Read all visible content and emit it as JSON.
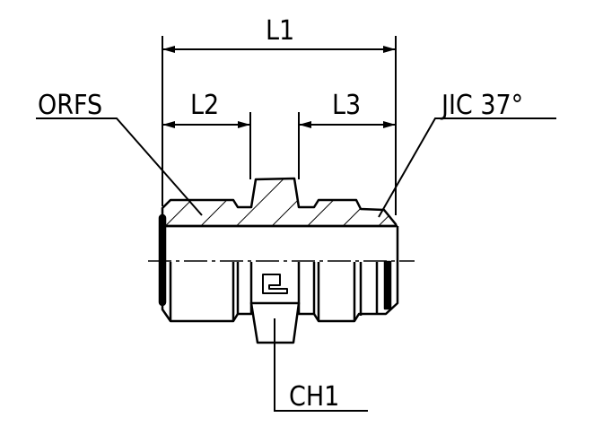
{
  "labels": {
    "l1": "L1",
    "l2": "L2",
    "l3": "L3",
    "left_end": "ORFS",
    "right_end": "JIC 37°",
    "hex": "CH1"
  },
  "colors": {
    "line": "#000000",
    "background": "#ffffff"
  }
}
